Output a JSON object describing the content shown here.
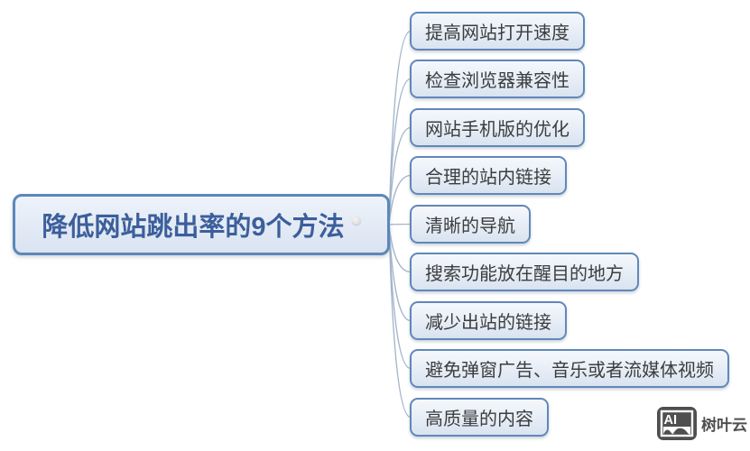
{
  "diagram": {
    "root": {
      "label": "降低网站跳出率的9个方法"
    },
    "branches": [
      {
        "label": "提高网站打开速度"
      },
      {
        "label": "检查浏览器兼容性"
      },
      {
        "label": "网站手机版的优化"
      },
      {
        "label": "合理的站内链接"
      },
      {
        "label": "清晰的导航"
      },
      {
        "label": "搜索功能放在醒目的地方"
      },
      {
        "label": "减少出站的链接"
      },
      {
        "label": "避免弹窗广告、音乐或者流媒体视频"
      },
      {
        "label": "高质量的内容"
      }
    ]
  },
  "watermark": {
    "icon_text": "AI",
    "brand": "树叶云"
  },
  "colors": {
    "node_border": "#6188b8",
    "root_border": "#5c87bb",
    "root_text": "#3c5f9b",
    "branch_text": "#3d3d3d",
    "connector": "#a3b4ca",
    "watermark_gray": "#4f4f4f"
  }
}
